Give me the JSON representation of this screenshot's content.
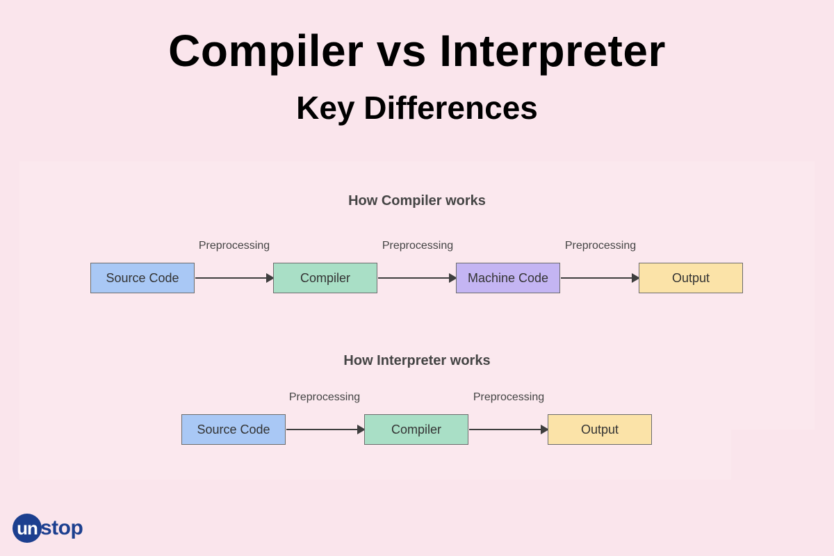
{
  "header": {
    "title": "Compiler vs Interpreter",
    "subtitle": "Key Differences"
  },
  "compiler_flow": {
    "title": "How Compiler works",
    "nodes": [
      "Source Code",
      "Compiler",
      "Machine Code",
      "Output"
    ],
    "edge_labels": [
      "Preprocessing",
      "Preprocessing",
      "Preprocessing"
    ]
  },
  "interpreter_flow": {
    "title": "How Interpreter works",
    "nodes": [
      "Source Code",
      "Compiler",
      "Output"
    ],
    "edge_labels": [
      "Preprocessing",
      "Preprocessing"
    ]
  },
  "colors": {
    "background": "#fae5ec",
    "source_code": "#a9c8f5",
    "compiler": "#a9dfc6",
    "machine_code": "#c4b5f3",
    "output": "#fbe3a8",
    "brand": "#1c3f8f"
  },
  "brand": {
    "logo_mark": "un",
    "logo_rest": "stop"
  }
}
